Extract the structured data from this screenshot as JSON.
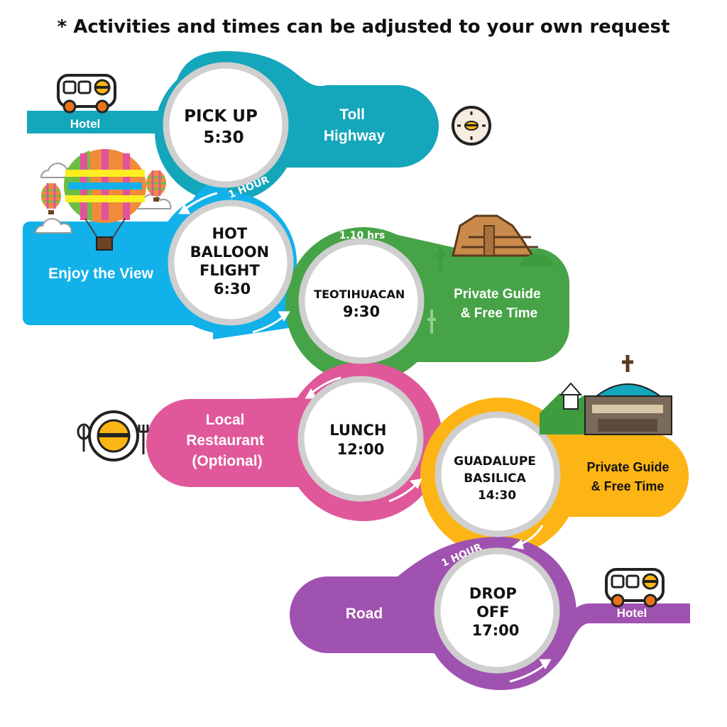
{
  "header": {
    "note": "* Activities and times can be adjusted to your own request"
  },
  "colors": {
    "teal": "#14a6ba",
    "sky": "#13b1ea",
    "green": "#47a347",
    "pink": "#e0579a",
    "yellow": "#fcb514",
    "purple": "#a052b0",
    "ring": "#cfcfcf"
  },
  "start": {
    "label": "Hotel",
    "icon": "bus-icon"
  },
  "stops": [
    {
      "title_lines": [
        "PICK UP",
        "5:30"
      ],
      "side_label_lines": [
        "Toll",
        "Highway"
      ],
      "icon": "clock-icon"
    },
    {
      "title_lines": [
        "HOT",
        "BALLOON",
        "FLIGHT",
        "6:30"
      ],
      "side_label_lines": [
        "Enjoy the View"
      ],
      "icon": "hot-air-balloon-icon"
    },
    {
      "title_lines": [
        "TEOTIHUACAN",
        "9:30"
      ],
      "side_label_lines": [
        "Private Guide",
        "& Free Time"
      ],
      "icon": "pyramid-icon"
    },
    {
      "title_lines": [
        "LUNCH",
        "12:00"
      ],
      "side_label_lines": [
        "Local",
        "Restaurant",
        "(Optional)"
      ],
      "icon": "plate-icon"
    },
    {
      "title_lines": [
        "GUADALUPE",
        "BASILICA",
        "14:30"
      ],
      "side_label_lines": [
        "Private Guide",
        "& Free Time"
      ],
      "icon": "basilica-icon"
    },
    {
      "title_lines": [
        "DROP",
        "OFF",
        "17:00"
      ],
      "side_label_lines": [
        "Road"
      ],
      "icon": "bus-icon"
    }
  ],
  "durations": [
    "1 HOUR",
    "1.10 hrs",
    "1 HOUR"
  ],
  "end": {
    "label": "Hotel",
    "icon": "bus-icon"
  }
}
